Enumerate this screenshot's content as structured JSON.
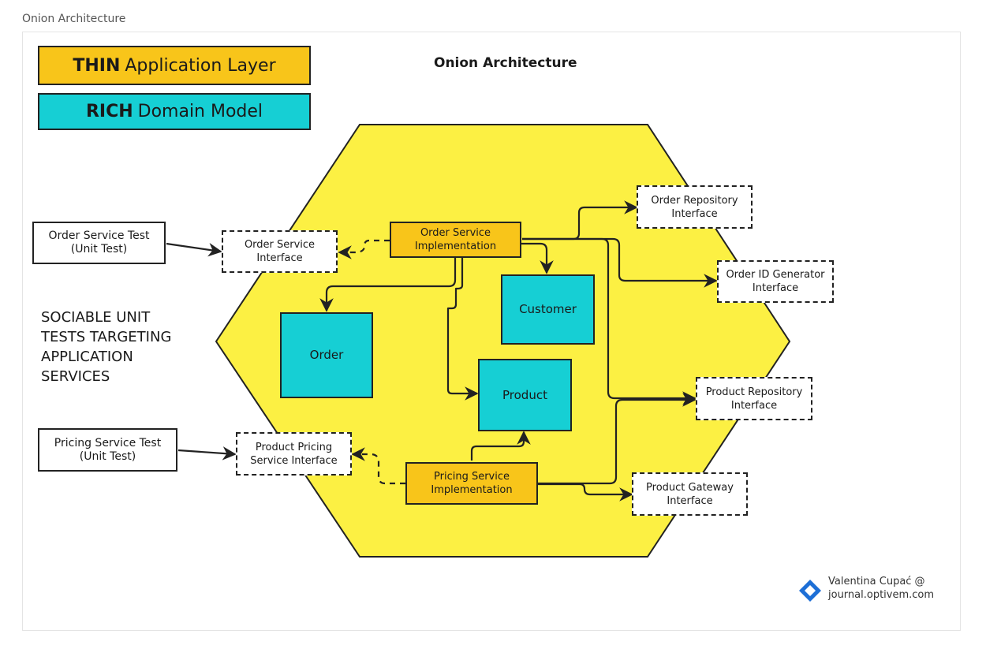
{
  "page": {
    "title": "Onion Architecture"
  },
  "legend": {
    "thin": {
      "bold": "THIN",
      "text": "Application Layer",
      "color": "#f8c51a"
    },
    "rich": {
      "bold": "RICH",
      "text": "Domain Model",
      "color": "#16cfd4"
    }
  },
  "diagram": {
    "title": "Onion Architecture",
    "hexagon_color": "#fcf043",
    "tests": {
      "order_service_test": "Order Service Test (Unit Test)",
      "pricing_service_test": "Pricing Service Test (Unit Test)"
    },
    "interfaces": {
      "order_service": "Order Service Interface",
      "product_pricing_service": "Product Pricing Service Interface",
      "order_repository": "Order Repository Interface",
      "order_id_generator": "Order ID Generator Interface",
      "product_repository": "Product Repository Interface",
      "product_gateway": "Product Gateway Interface"
    },
    "implementations": {
      "order_service": "Order Service Implementation",
      "pricing_service": "Pricing Service Implementation"
    },
    "domain": {
      "order": "Order",
      "customer": "Customer",
      "product": "Product"
    },
    "note": "SOCIABLE UNIT TESTS TARGETING APPLICATION SERVICES"
  },
  "author": {
    "name": "Valentina Cupać @",
    "site": "journal.optivem.com",
    "logo_icon": "optivem-diamond-icon"
  }
}
